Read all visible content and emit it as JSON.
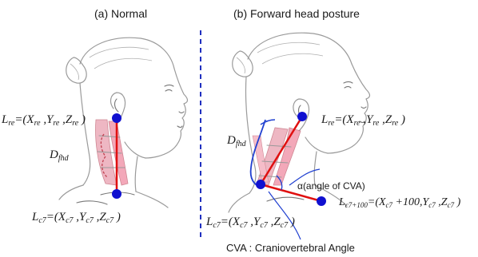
{
  "panels": {
    "left": {
      "title": "(a) Normal",
      "ear_label": {
        "sym": "L",
        "sub": "re",
        "rest": "=(X",
        "r1": "re",
        "c1": " ,Y",
        "r2": "re",
        "c2": " ,Z",
        "r3": "re",
        "end": " )"
      },
      "c7_label": {
        "sym": "L",
        "sub": "c7",
        "rest": "=(X",
        "r1": "c7",
        "c1": " ,Y",
        "r2": "c7",
        "c2": " ,Z",
        "r3": "c7",
        "end": " )"
      },
      "dfhd": {
        "sym": "D",
        "sub": "fhd"
      }
    },
    "right": {
      "title": "(b) Forward head posture",
      "ear_label": {
        "sym": "L",
        "sub": "re",
        "rest": "=(X",
        "r1": "re",
        "c1": " ,Y",
        "r2": "re",
        "c2": " ,Z",
        "r3": "re",
        "end": " )"
      },
      "c7_label": {
        "sym": "L",
        "sub": "c7",
        "rest": "=(X",
        "r1": "c7",
        "c1": " ,Y",
        "r2": "c7",
        "c2": " ,Z",
        "r3": "c7",
        "end": " )"
      },
      "c7p_label": {
        "sym": "L",
        "sub": "c7+100",
        "rest": "=(X",
        "r1": "c7",
        "c1": " +100,Y",
        "r2": "c7",
        "c2": " ,Z",
        "r3": "c7",
        "end": " )"
      },
      "dfhd": {
        "sym": "D",
        "sub": "fhd"
      },
      "angle_label": "α(angle of CVA)",
      "caption": "CVA : Craniovertebral Angle"
    }
  },
  "colors": {
    "marker": "#1010d0",
    "line": "#e01010",
    "brace": "#2040d0",
    "divider": "#2030c0",
    "muscle": "#e07a90"
  }
}
